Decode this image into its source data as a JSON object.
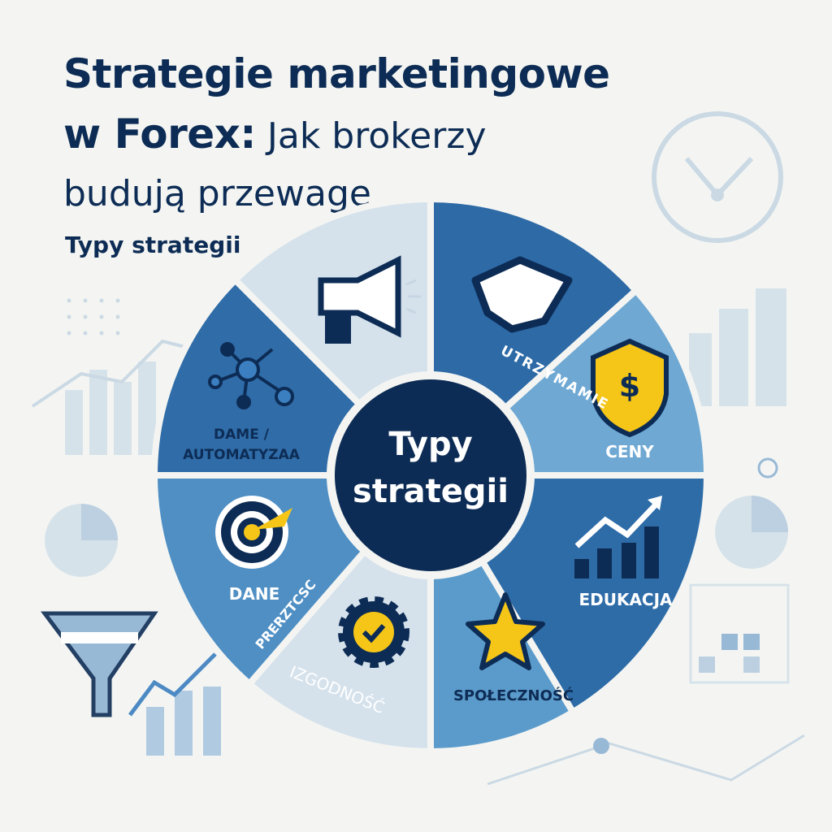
{
  "header": {
    "title_bold_1": "Strategie marketingowe",
    "title_bold_2": "w Forex:",
    "title_light_2": " Jak brokerzy",
    "title_light_3": "budują przewagę",
    "subtitle": "Typy strategii"
  },
  "wheel": {
    "center_line1": "Typy",
    "center_line2": "strategii",
    "segments": [
      {
        "label": "",
        "icon": "megaphone-icon",
        "color": "#2d6aa6"
      },
      {
        "label": "UTRZYMAMIE",
        "icon": "handshake-icon",
        "color": "#6ea8d3"
      },
      {
        "label": "CENY",
        "icon": "shield-dollar-icon",
        "color": "#2e6ca8"
      },
      {
        "label": "EDUKACJA",
        "icon": "growth-chart-icon",
        "color": "#5b9bcb"
      },
      {
        "label": "SPOŁECZNOŚĆ",
        "icon": "star-icon",
        "color": "#d5e2ec"
      },
      {
        "label": "IZGODNOŚĆ",
        "icon": "gear-check-icon",
        "color": "#4f8fc4"
      },
      {
        "label": "DANE",
        "label2": "PRERZTCSC",
        "icon": "target-icon",
        "color": "#2f6ca8"
      },
      {
        "label": "DAME /",
        "label2": "AUTOMATYZAA",
        "icon": "network-icon",
        "color": "#d5e2ec"
      }
    ]
  },
  "colors": {
    "navy": "#0d2c55",
    "accent": "#f5c518",
    "background": "#f4f5f2"
  }
}
